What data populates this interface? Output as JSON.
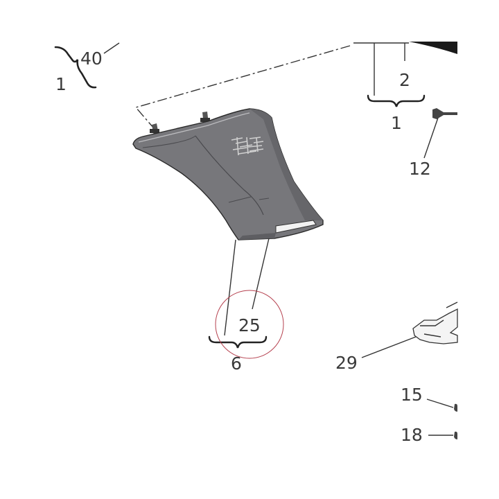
{
  "callouts": {
    "c40": "40",
    "c1_topleft": "1",
    "c2": "2",
    "c1_topright": "1",
    "c12": "12",
    "c25": "25",
    "c6": "6",
    "c29": "29",
    "c15": "15",
    "c18": "18"
  },
  "colors": {
    "part_fill": "#77777b",
    "part_dark": "#55565a",
    "highlight_circle": "#b5404e",
    "line": "#333333"
  }
}
